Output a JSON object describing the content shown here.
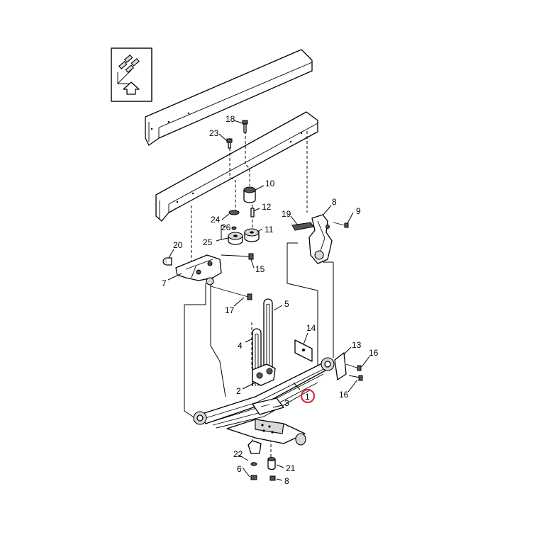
{
  "diagram": {
    "view_icon": "view-orientation-icon",
    "highlight_color": "#d62b3a",
    "highlighted_callout": "1",
    "callouts": [
      {
        "id": "c1",
        "text": "1"
      },
      {
        "id": "c2",
        "text": "2"
      },
      {
        "id": "c3",
        "text": "3"
      },
      {
        "id": "c4",
        "text": "4"
      },
      {
        "id": "c5",
        "text": "5"
      },
      {
        "id": "c6",
        "text": "6"
      },
      {
        "id": "c7",
        "text": "7"
      },
      {
        "id": "c8a",
        "text": "8"
      },
      {
        "id": "c8b",
        "text": "8"
      },
      {
        "id": "c9",
        "text": "9"
      },
      {
        "id": "c10",
        "text": "10"
      },
      {
        "id": "c11",
        "text": "11"
      },
      {
        "id": "c12",
        "text": "12"
      },
      {
        "id": "c13",
        "text": "13"
      },
      {
        "id": "c14",
        "text": "14"
      },
      {
        "id": "c15",
        "text": "15"
      },
      {
        "id": "c16a",
        "text": "16"
      },
      {
        "id": "c16b",
        "text": "16"
      },
      {
        "id": "c17",
        "text": "17"
      },
      {
        "id": "c18",
        "text": "18"
      },
      {
        "id": "c19",
        "text": "19"
      },
      {
        "id": "c20",
        "text": "20"
      },
      {
        "id": "c21",
        "text": "21"
      },
      {
        "id": "c22",
        "text": "22"
      },
      {
        "id": "c23",
        "text": "23"
      },
      {
        "id": "c24",
        "text": "24"
      },
      {
        "id": "c25",
        "text": "25"
      },
      {
        "id": "c26",
        "text": "26"
      }
    ]
  }
}
